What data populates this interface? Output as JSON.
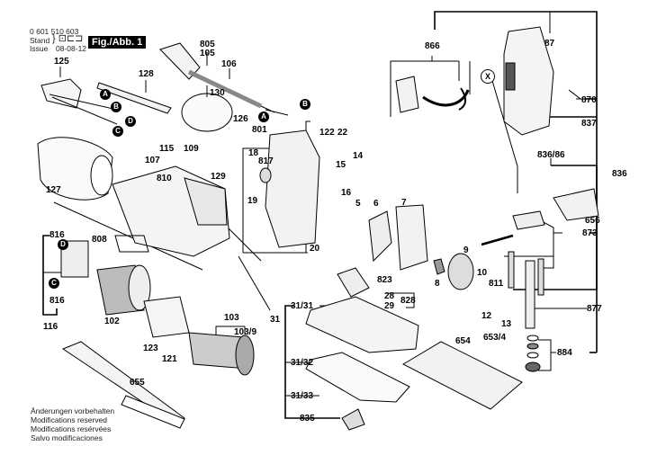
{
  "header": {
    "part_number": "0 601 510 603",
    "stand_label": "Stand",
    "issue_label": "Issue",
    "issue_date": "08-08-12",
    "figure_title": "Fig./Abb. 1"
  },
  "footer": {
    "lines": [
      "Änderungen vorbehalten",
      "Modifications reserved",
      "Modifications resérvées",
      "Salvo modificaciones"
    ]
  },
  "markers": {
    "A": "A",
    "B": "B",
    "C": "C",
    "D": "D",
    "X": "X"
  },
  "labels": {
    "l125": "125",
    "l128": "128",
    "l805": "805",
    "l105": "105",
    "l106": "106",
    "l130": "130",
    "l126": "126",
    "l127": "127",
    "l115": "115",
    "l109": "109",
    "l107": "107",
    "l810": "810",
    "l129": "129",
    "l808": "808",
    "l816a": "816",
    "l816b": "816",
    "l116": "116",
    "l102": "102",
    "l123": "123",
    "l121": "121",
    "l103": "103",
    "l1039": "103/9",
    "l655": "655",
    "l801": "801",
    "l18": "18",
    "l817": "817",
    "l122": "122",
    "l22": "22",
    "l14": "14",
    "l15": "15",
    "l16": "16",
    "l19": "19",
    "l5": "5",
    "l6": "6",
    "l7": "7",
    "l20": "20",
    "l8": "8",
    "l9": "9",
    "l10": "10",
    "l811": "811",
    "l12": "12",
    "l13": "13",
    "l823": "823",
    "l28": "28",
    "l29": "29",
    "l828": "828",
    "l31": "31",
    "l3131": "31/31",
    "l3132": "31/32",
    "l3133": "31/33",
    "l835": "835",
    "l654": "654",
    "l6534": "653/4",
    "l866": "866",
    "l87": "87",
    "l870": "870",
    "l837": "837",
    "l83686": "836/86",
    "l836": "836",
    "l656": "656",
    "l873": "873",
    "l877": "877",
    "l884": "884"
  }
}
